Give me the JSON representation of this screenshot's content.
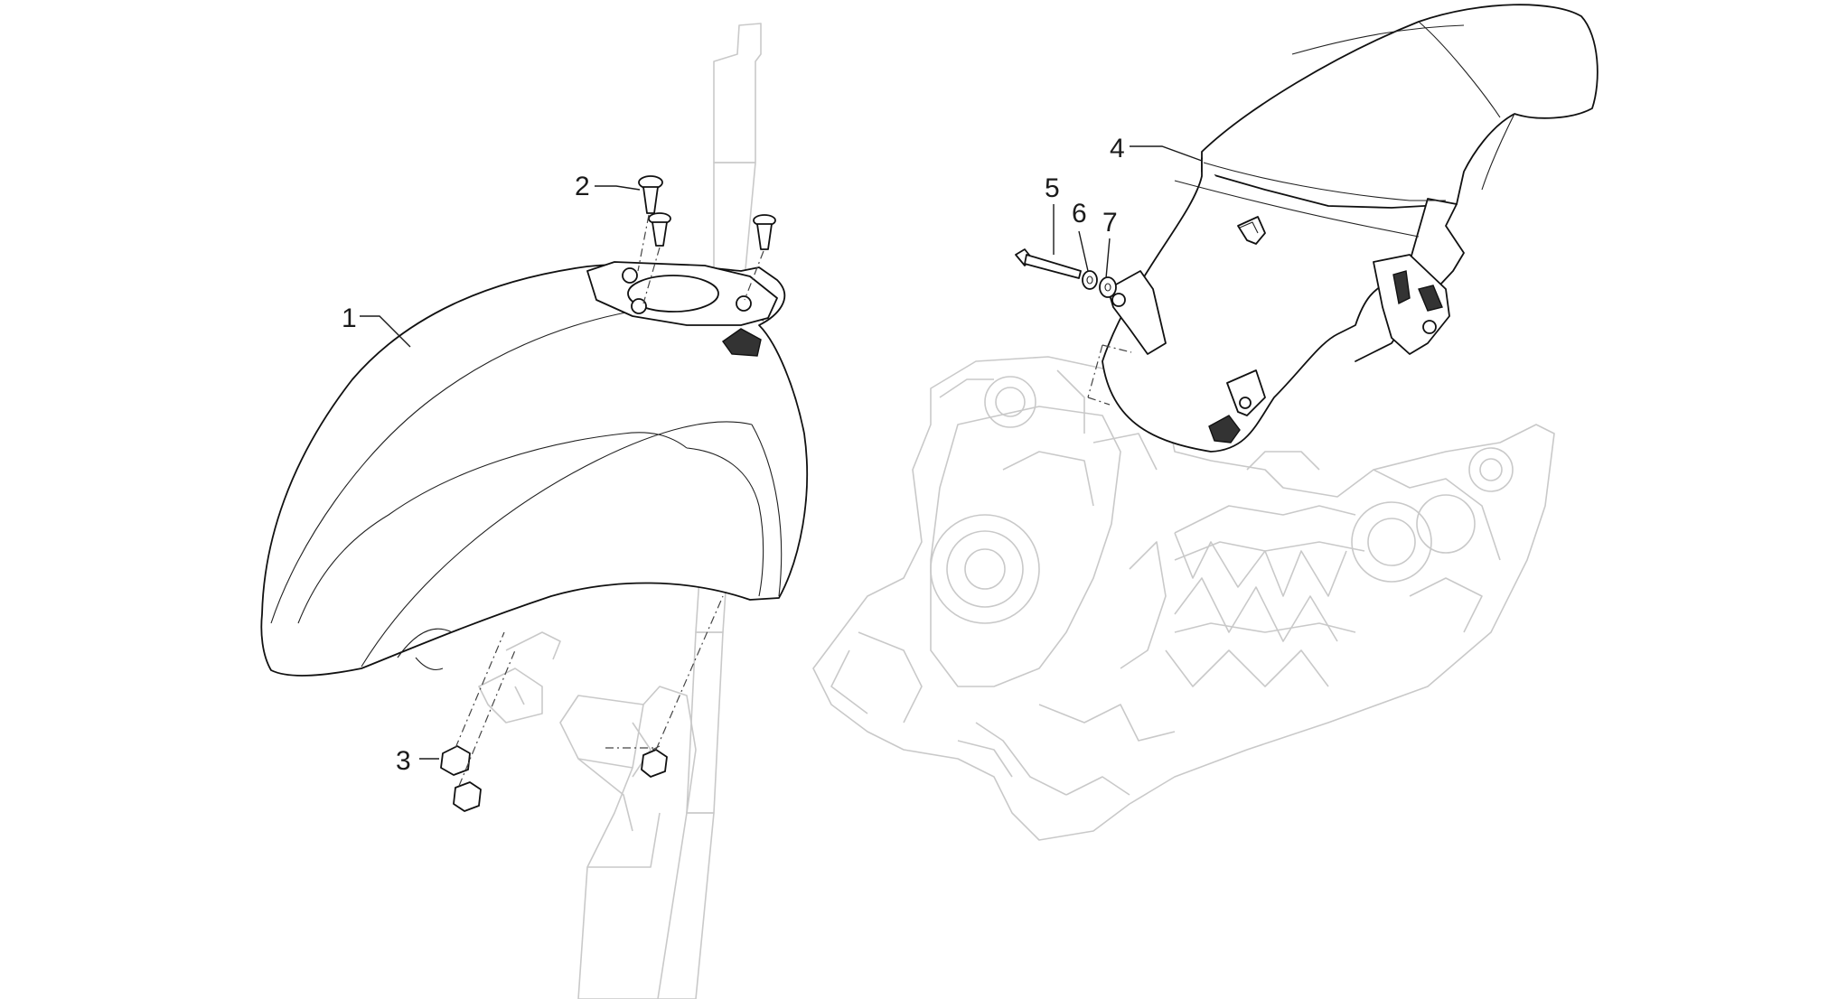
{
  "diagram": {
    "callouts": [
      {
        "id": "1",
        "label": "1"
      },
      {
        "id": "2",
        "label": "2"
      },
      {
        "id": "3",
        "label": "3"
      },
      {
        "id": "4",
        "label": "4"
      },
      {
        "id": "5",
        "label": "5"
      },
      {
        "id": "6",
        "label": "6"
      },
      {
        "id": "7",
        "label": "7"
      }
    ],
    "colors": {
      "line": "#111111",
      "ghost": "#c9c9c9",
      "background": "#ffffff"
    }
  }
}
